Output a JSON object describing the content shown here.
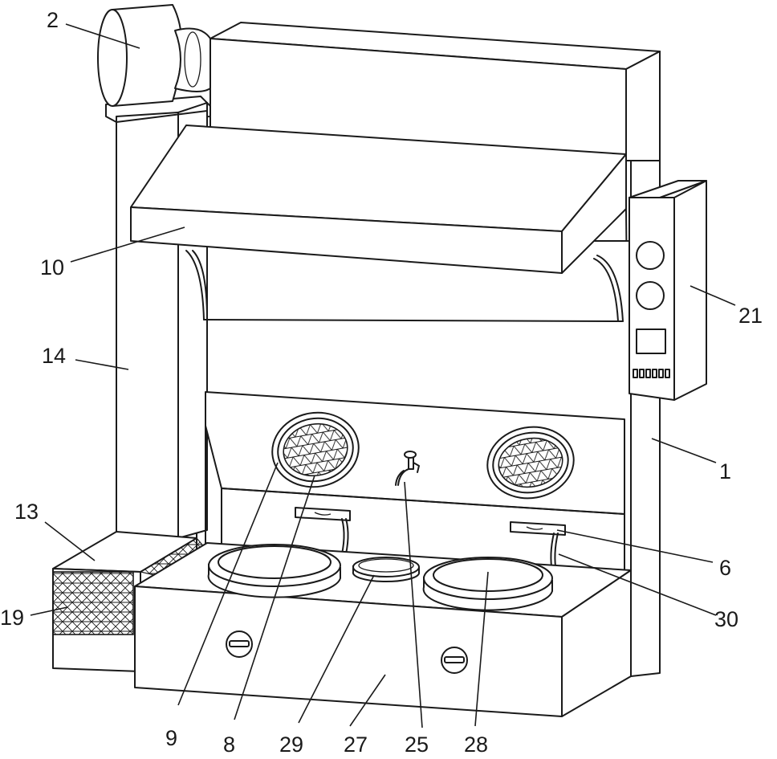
{
  "diagram": {
    "labels": [
      {
        "id": "2",
        "text": "2"
      },
      {
        "id": "10",
        "text": "10"
      },
      {
        "id": "14",
        "text": "14"
      },
      {
        "id": "13",
        "text": "13"
      },
      {
        "id": "19",
        "text": "19"
      },
      {
        "id": "21",
        "text": "21"
      },
      {
        "id": "1",
        "text": "1"
      },
      {
        "id": "6",
        "text": "6"
      },
      {
        "id": "30",
        "text": "30"
      },
      {
        "id": "9",
        "text": "9"
      },
      {
        "id": "8",
        "text": "8"
      },
      {
        "id": "29",
        "text": "29"
      },
      {
        "id": "27",
        "text": "27"
      },
      {
        "id": "25",
        "text": "25"
      },
      {
        "id": "28",
        "text": "28"
      }
    ],
    "control_box": {
      "knobs": 2,
      "display": 1,
      "buttons": 6
    }
  }
}
